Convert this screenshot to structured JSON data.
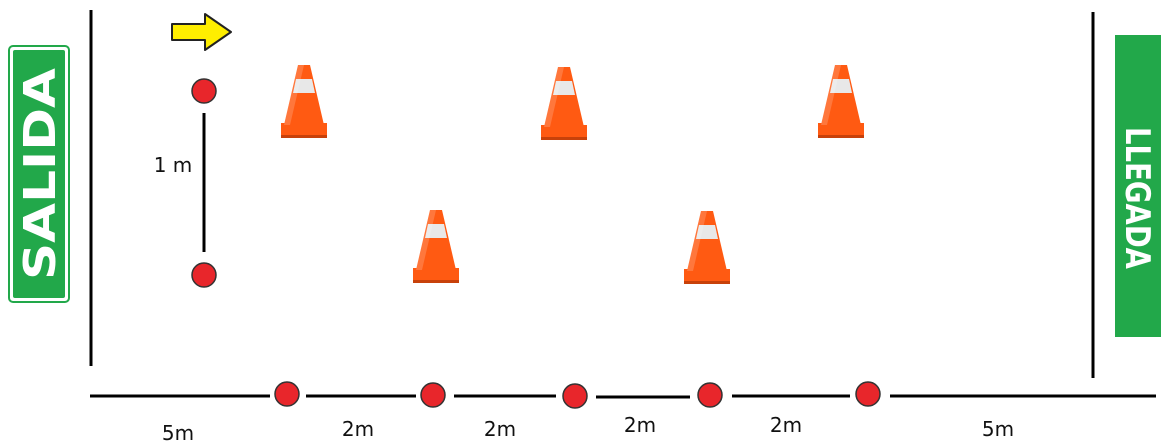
{
  "signs": {
    "start": "SALIDA",
    "finish": "LLEGADA"
  },
  "measures": {
    "vertical_gap": "1 m",
    "bottom_segments": [
      "5m",
      "2m",
      "2m",
      "2m",
      "2m",
      "5m"
    ]
  },
  "colors": {
    "sign_green": "#22a84a",
    "marker_red": "#e8262b",
    "cone_orange": "#ff5a12",
    "arrow_yellow": "#ffee00"
  },
  "icons": {
    "direction": "arrow-right-icon",
    "cone": "traffic-cone-icon",
    "marker": "red-dot-marker"
  }
}
